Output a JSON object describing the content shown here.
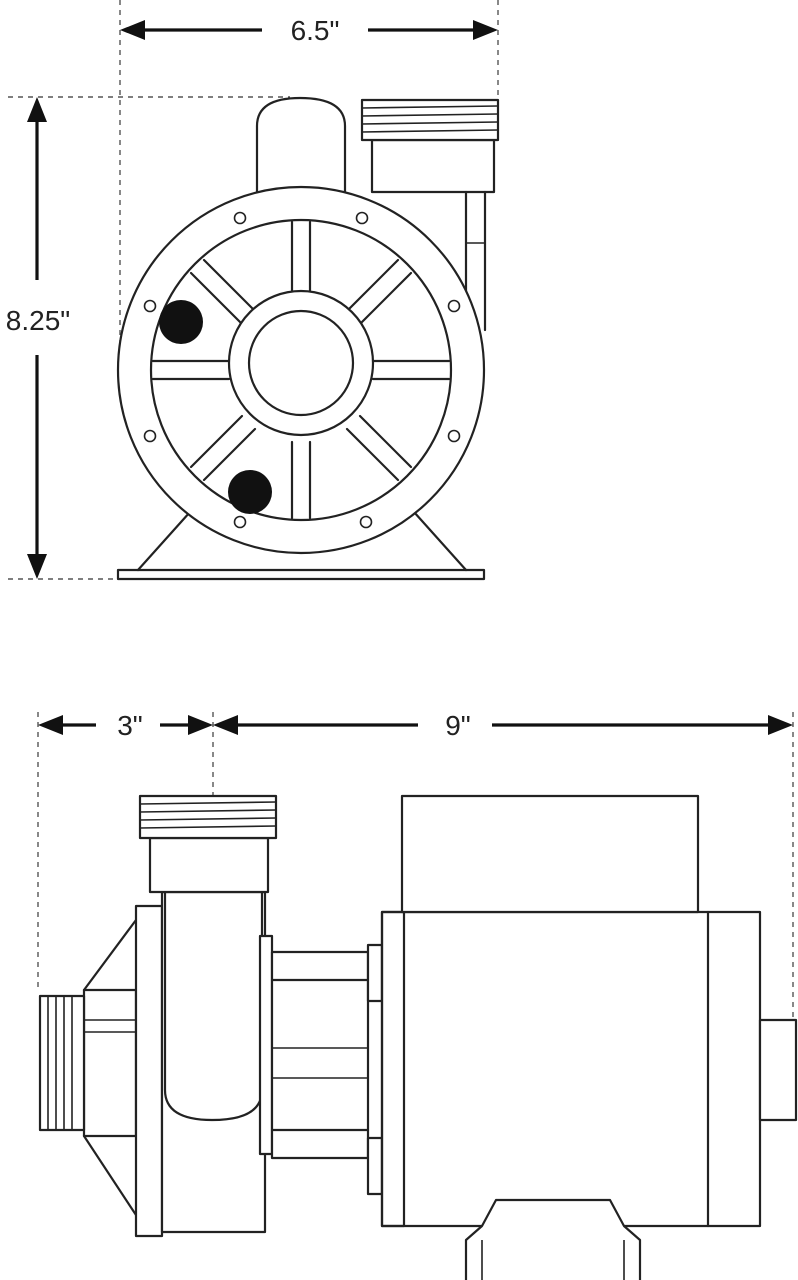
{
  "dimensions": {
    "front_width": "6.5\"",
    "front_height": "8.25\"",
    "side_offset": "3\"",
    "side_length": "9\""
  }
}
